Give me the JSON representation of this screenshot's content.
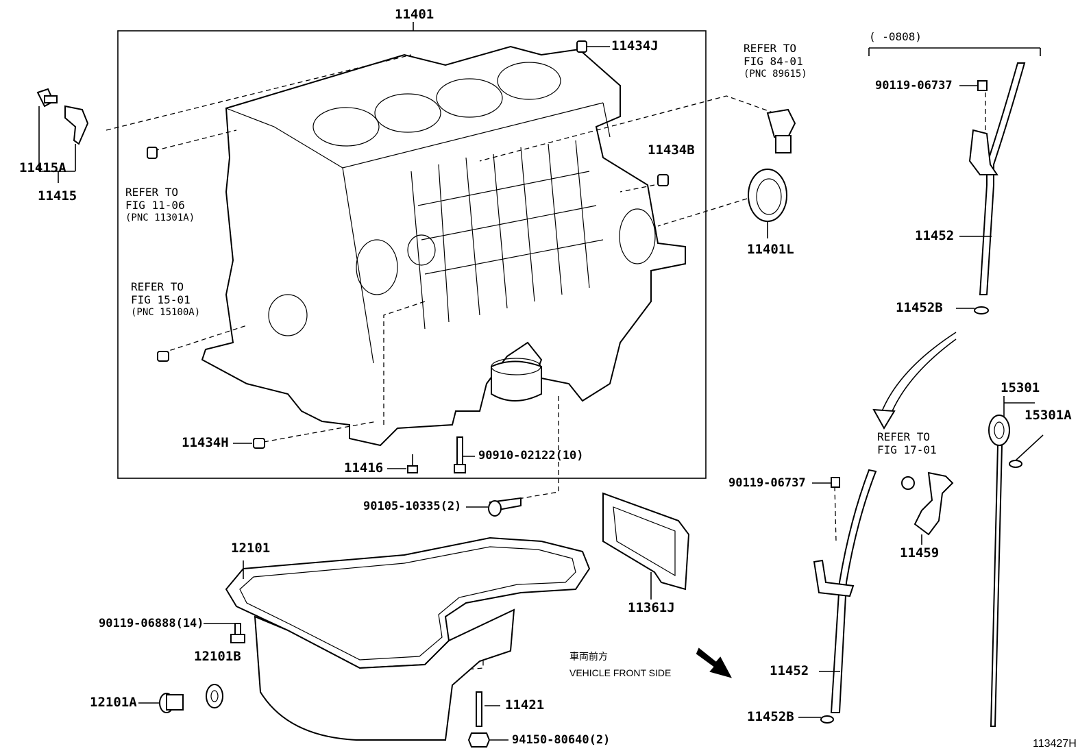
{
  "title_part": "11401",
  "labels": {
    "p11434J": "11434J",
    "p11434B": "11434B",
    "p11434H": "11434H",
    "p11415A": "11415A",
    "p11415": "11415",
    "p11416": "11416",
    "p90910": "90910-02122(10)",
    "p90105": "90105-10335(2)",
    "p11401L": "11401L",
    "p12101": "12101",
    "p90119_6888": "90119-06888(14)",
    "p12101B": "12101B",
    "p12101A": "12101A",
    "p11421": "11421",
    "p94150": "94150-80640(2)",
    "p11361J": "11361J",
    "p90119_top": "90119-06737",
    "p11452_top": "11452",
    "p11452B_top": "11452B",
    "p90119_bot": "90119-06737",
    "p11452_bot": "11452",
    "p11452B_bot": "11452B",
    "p11459": "11459",
    "p15301": "15301",
    "p15301A": "15301A",
    "range": "(      -0808)",
    "figure_id": "113427H"
  },
  "refs": {
    "fig8401": [
      "REFER TO",
      "FIG 84-01",
      "(PNC 89615)"
    ],
    "fig1106": [
      "REFER TO",
      "FIG 11-06",
      "(PNC 11301A)"
    ],
    "fig1501": [
      "REFER TO",
      "FIG 15-01",
      "(PNC 15100A)"
    ],
    "fig1701": [
      "REFER TO",
      "FIG 17-01"
    ]
  },
  "front": {
    "jp": "車両前方",
    "en": "VEHICLE FRONT SIDE"
  }
}
